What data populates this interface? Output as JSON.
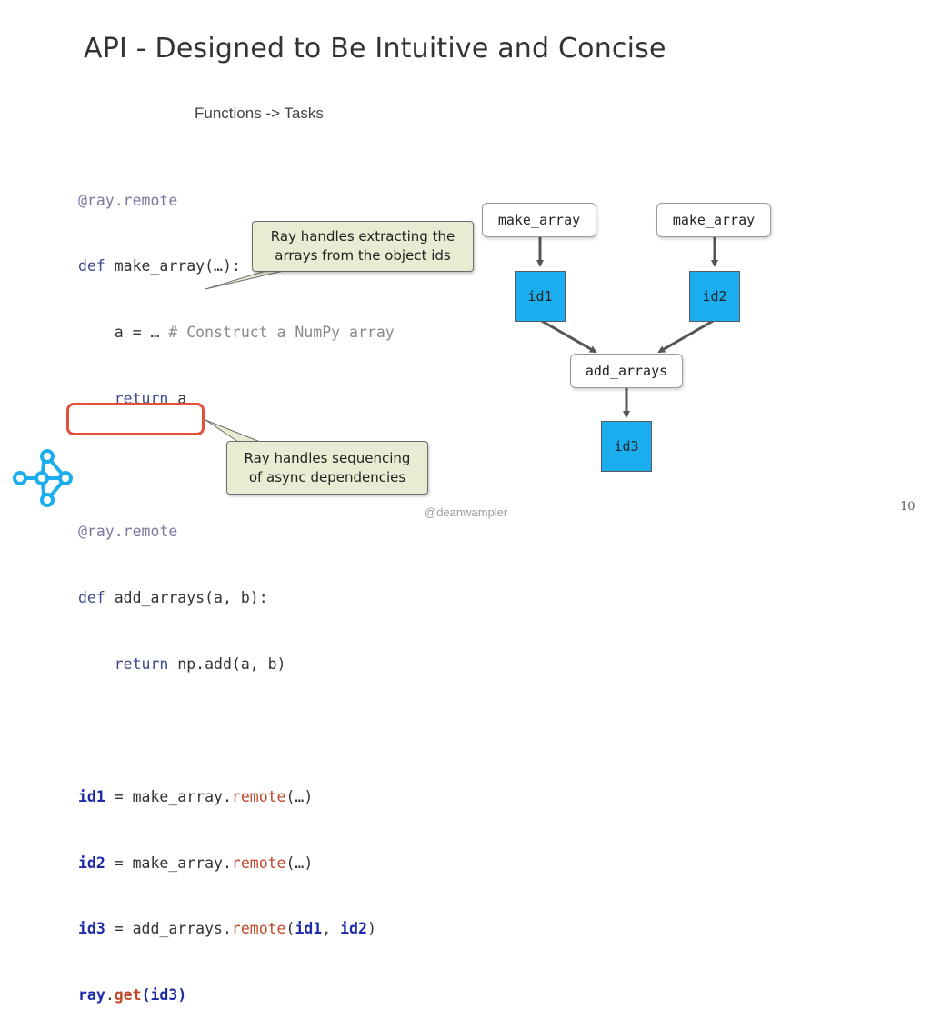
{
  "title": "API - Designed to Be Intuitive and Concise",
  "subtitle": "Functions -> Tasks",
  "code": {
    "l1_dec": "@ray.remote",
    "l2_kw": "def",
    "l2_rest": " make_array(…):",
    "l3_code": "    a = … ",
    "l3_comment": "# Construct a NumPy array",
    "l4_kw": "    return",
    "l4_rest": " a",
    "l6_dec": "@ray.remote",
    "l7_kw": "def",
    "l7_rest": " add_arrays(a, b):",
    "l8_kw": "    return",
    "l8_rest": " np.add(a, b)",
    "l10_id": "id1",
    "l10_eq": " = make_array.",
    "l10_m": "remote",
    "l10_arg": "(…)",
    "l11_id": "id2",
    "l11_eq": " = make_array.",
    "l11_m": "remote",
    "l11_arg": "(…)",
    "l12_id": "id3",
    "l12_eq": " = add_arrays.",
    "l12_m": "remote",
    "l12_open": "(",
    "l12_a1": "id1",
    "l12_sep": ", ",
    "l12_a2": "id2",
    "l12_close": ")",
    "l13_ray": "ray",
    "l13_dot": ".",
    "l13_get": "get",
    "l13_open": "(",
    "l13_id": "id3",
    "l13_close": ")"
  },
  "callouts": {
    "extract_line1": "Ray handles extracting the",
    "extract_line2": "arrays from the object ids",
    "sequence_line1": "Ray handles sequencing",
    "sequence_line2": "of async dependencies"
  },
  "graph": {
    "task1": "make_array",
    "task2": "make_array",
    "obj1": "id1",
    "obj2": "id2",
    "task3": "add_arrays",
    "obj3": "id3"
  },
  "footer": {
    "watermark": "@deanwampler",
    "page": "10"
  },
  "colors": {
    "object_node": "#1aaeee",
    "callout_bg": "#e9ecd2",
    "highlight": "#e0513a"
  },
  "logo": "ray-logo-icon"
}
